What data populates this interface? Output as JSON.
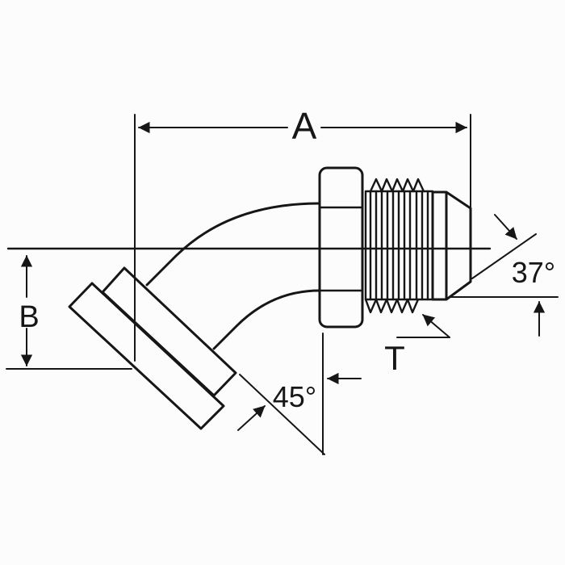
{
  "drawing": {
    "kind": "technical-line-drawing",
    "subject": "45-degree flange elbow fitting with 37-degree flare male thread",
    "labels": {
      "dimension_a": "A",
      "dimension_b": "B",
      "thread_size": "T",
      "flare_angle": "37°",
      "elbow_angle": "45°"
    },
    "colors": {
      "line": "#161616",
      "background": "#fcfcfc"
    }
  }
}
